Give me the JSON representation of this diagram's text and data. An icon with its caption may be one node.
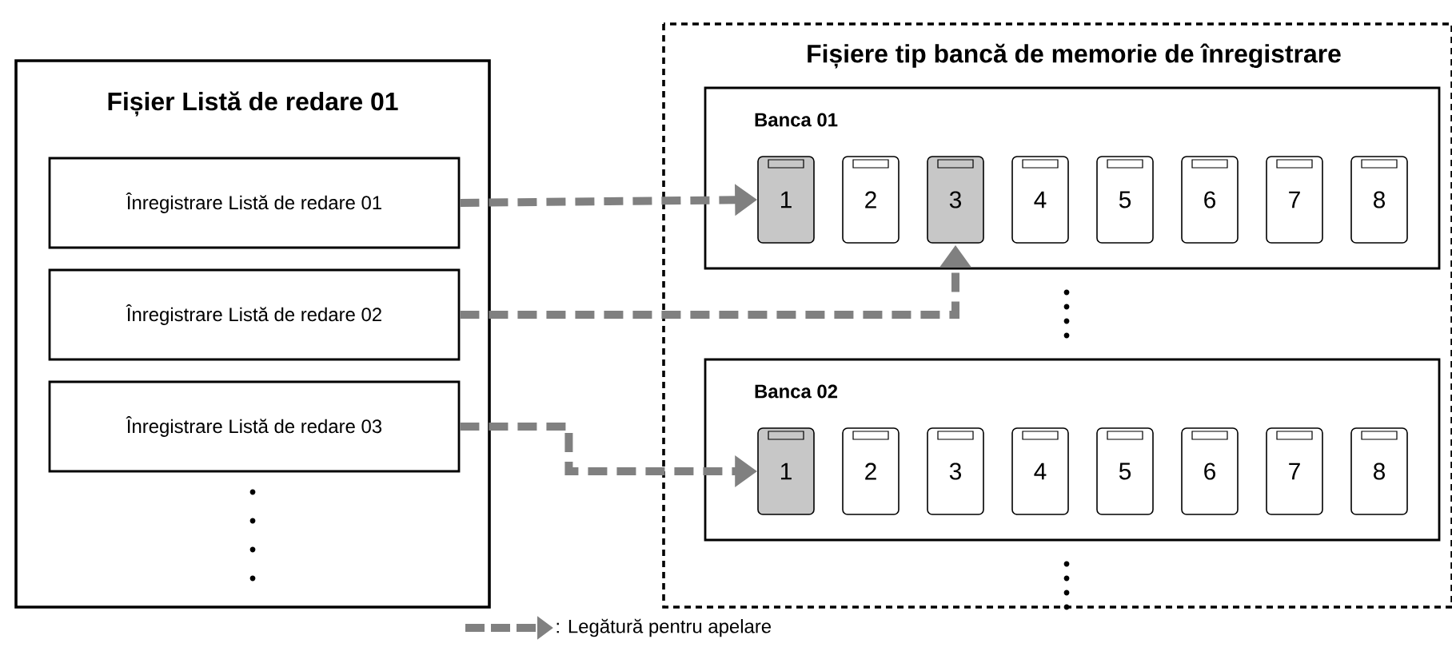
{
  "diagram": {
    "nodes": [
      {
        "text": [
          "Fișier Listă de redare 01"
        ]
      },
      {
        "text": [
          "Înregistrare Listă de redare 01"
        ],
        "in": 0
      },
      {
        "text": [
          "Înregistrare Listă de redare 02"
        ],
        "in": 0
      },
      {
        "text": [
          "Înregistrare Listă de redare 03"
        ],
        "in": 0
      },
      {
        "text": [
          "Fișiere tip bancă de memorie de înregistrare"
        ]
      },
      {
        "text": [
          "Banca 01"
        ],
        "in": 4
      },
      {
        "text": [
          "1"
        ],
        "in": 5
      },
      {
        "text": [
          "2"
        ],
        "in": 5
      },
      {
        "text": [
          "3"
        ],
        "in": 5
      },
      {
        "text": [
          "4"
        ],
        "in": 5
      },
      {
        "text": [
          "5"
        ],
        "in": 5
      },
      {
        "text": [
          "6"
        ],
        "in": 5
      },
      {
        "text": [
          "7"
        ],
        "in": 5
      },
      {
        "text": [
          "8"
        ],
        "in": 5
      },
      {
        "text": [
          "Banca 02"
        ],
        "in": 4
      },
      {
        "text": [
          "1"
        ],
        "in": 14
      },
      {
        "text": [
          "2"
        ],
        "in": 14
      },
      {
        "text": [
          "3"
        ],
        "in": 14
      },
      {
        "text": [
          "4"
        ],
        "in": 14
      },
      {
        "text": [
          "5"
        ],
        "in": 14
      },
      {
        "text": [
          "6"
        ],
        "in": 14
      },
      {
        "text": [
          "7"
        ],
        "in": 14
      },
      {
        "text": [
          "8"
        ],
        "in": 14
      }
    ],
    "edges": [
      {
        "from": 1,
        "to": 6,
        "arrow": "to",
        "style": "dashed"
      },
      {
        "from": 2,
        "to": 8,
        "arrow": "to",
        "style": "dashed"
      },
      {
        "from": 3,
        "to": 15,
        "arrow": "to",
        "style": "dashed"
      }
    ],
    "legend": [
      {
        "text": ": Legătură pentru apelare"
      }
    ]
  }
}
